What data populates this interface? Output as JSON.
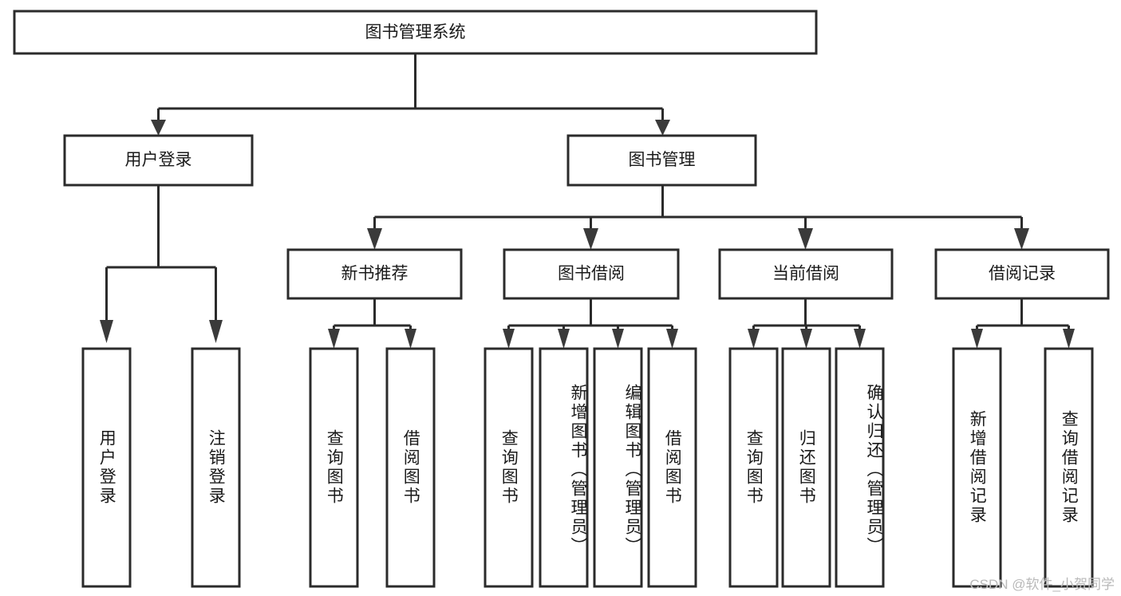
{
  "diagram": {
    "type": "tree-hierarchy",
    "title": "图书管理系统",
    "root": {
      "label": "图书管理系统",
      "level": 1
    },
    "level2": [
      {
        "label": "用户登录"
      },
      {
        "label": "图书管理"
      }
    ],
    "level3": [
      {
        "label": "新书推荐",
        "parent": "图书管理"
      },
      {
        "label": "图书借阅",
        "parent": "图书管理"
      },
      {
        "label": "当前借阅",
        "parent": "图书管理"
      },
      {
        "label": "借阅记录",
        "parent": "图书管理"
      }
    ],
    "leaves": {
      "user_login": [
        {
          "label": "用户登录"
        },
        {
          "label": "注销登录"
        }
      ],
      "new_book_recommend": [
        {
          "label": "查询图书"
        },
        {
          "label": "借阅图书"
        }
      ],
      "book_borrow": [
        {
          "label": "查询图书"
        },
        {
          "label": "新增图书（管理员）"
        },
        {
          "label": "编辑图书（管理员）"
        },
        {
          "label": "借阅图书"
        }
      ],
      "current_borrow": [
        {
          "label": "查询图书"
        },
        {
          "label": "归还图书"
        },
        {
          "label": "确认归还（管理员）"
        }
      ],
      "borrow_record": [
        {
          "label": "新增借阅记录"
        },
        {
          "label": "查询借阅记录"
        }
      ]
    }
  },
  "watermark": {
    "text": "CSDN @软件_小贺同学"
  },
  "colors": {
    "box_stroke": "#2b2b2b",
    "box_fill": "#ffffff",
    "text": "#1a1a1a",
    "arrow": "#3a3a3a",
    "watermark": "#b9b9b9",
    "background": "#ffffff"
  }
}
